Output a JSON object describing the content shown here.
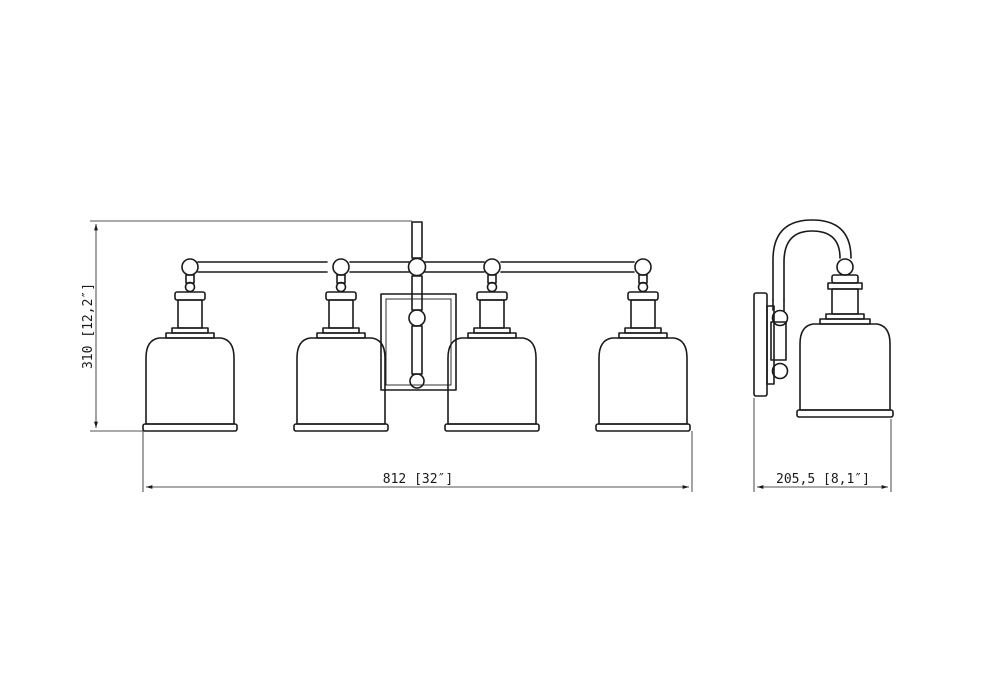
{
  "diagram": {
    "dimensions": {
      "height": "310 [12,2″]",
      "width": "812 [32″]",
      "depth": "205,5 [8,1″]"
    },
    "colors": {
      "line": "#1a1a1a",
      "background": "#ffffff"
    }
  }
}
